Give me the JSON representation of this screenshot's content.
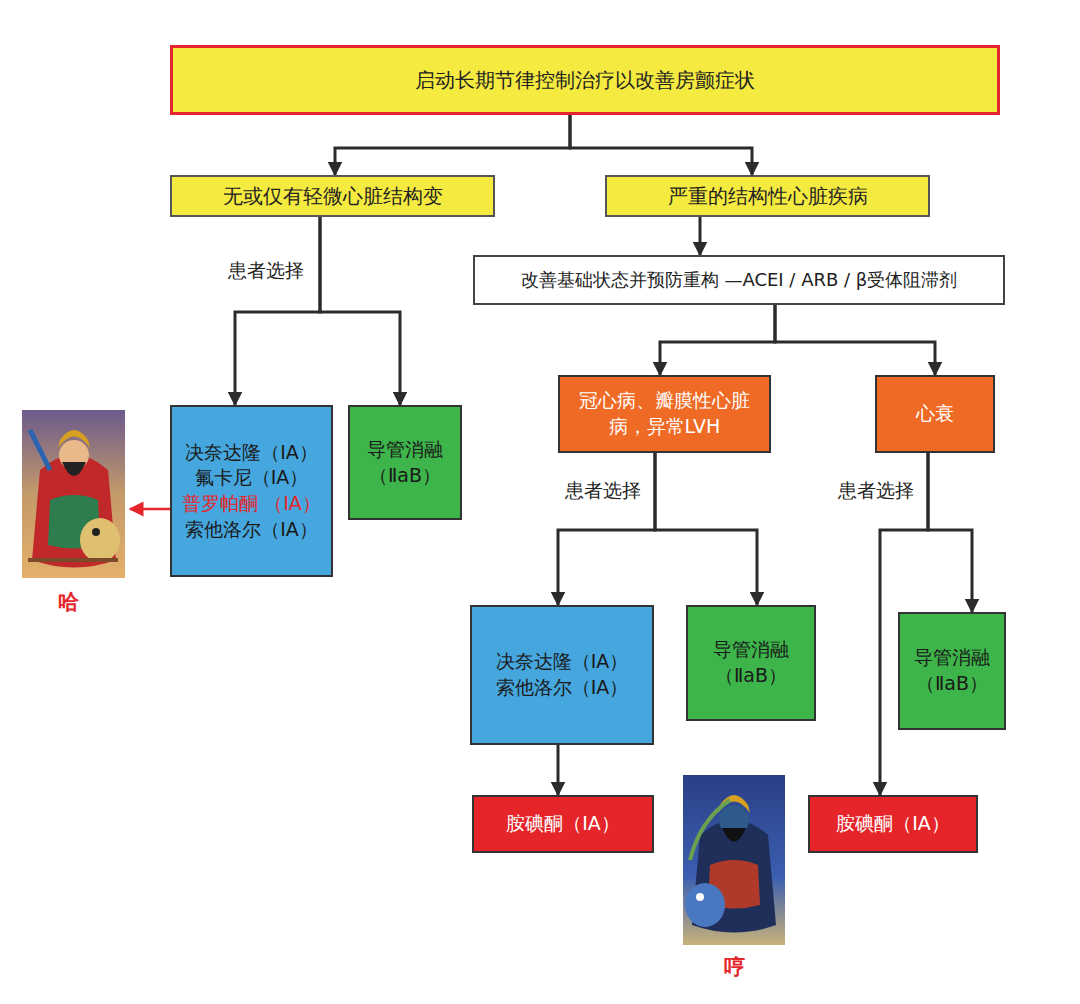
{
  "diagram": {
    "nodes": [
      {
        "text": [
          "启动长期节律控制治疗以改善房颤症状"
        ]
      },
      {
        "text": [
          "无或仅有轻微心脏结构变"
        ]
      },
      {
        "text": [
          "严重的结构性心脏疾病"
        ]
      },
      {
        "text": [
          "改善基础状态并预防重构 —ACEI / ARB / β受体阻滞剂"
        ]
      },
      {
        "text": [
          "决奈达隆（ⅠA）",
          "氟卡尼（ⅠA）",
          "普罗帕酮 （ⅠA）",
          "索他洛尔（ⅠA）"
        ]
      },
      {
        "text": [
          "导管消融（ⅡaB）"
        ]
      },
      {
        "text": [
          "冠心病、瓣膜性心脏病，异常LVH"
        ]
      },
      {
        "text": [
          "心衰"
        ]
      },
      {
        "text": [
          "决奈达隆（ⅠA）",
          "索他洛尔（ⅠA）"
        ]
      },
      {
        "text": [
          "导管消融（ⅡaB）"
        ]
      },
      {
        "text": [
          "导管消融（ⅡaB）"
        ]
      },
      {
        "text": [
          "胺碘酮（ⅠA）"
        ]
      },
      {
        "text": [
          "胺碘酮（ⅠA）"
        ]
      }
    ],
    "edges": [
      {
        "from": 0,
        "to": 1,
        "arrow": "to"
      },
      {
        "from": 0,
        "to": 2,
        "arrow": "to"
      },
      {
        "from": 1,
        "to": 4,
        "arrow": "to"
      },
      {
        "from": 1,
        "to": 5,
        "arrow": "to"
      },
      {
        "from": 2,
        "to": 3,
        "arrow": "to"
      },
      {
        "from": 3,
        "to": 6,
        "arrow": "to"
      },
      {
        "from": 3,
        "to": 7,
        "arrow": "to"
      },
      {
        "from": 6,
        "to": 8,
        "arrow": "to"
      },
      {
        "from": 6,
        "to": 9,
        "arrow": "to"
      },
      {
        "from": 7,
        "to": 12,
        "arrow": "to"
      },
      {
        "from": 7,
        "to": 10,
        "arrow": "to"
      },
      {
        "from": 8,
        "to": 11,
        "arrow": "to"
      }
    ],
    "labels": [
      "患者选择",
      "患者选择",
      "患者选择",
      "哈",
      "哼"
    ]
  }
}
